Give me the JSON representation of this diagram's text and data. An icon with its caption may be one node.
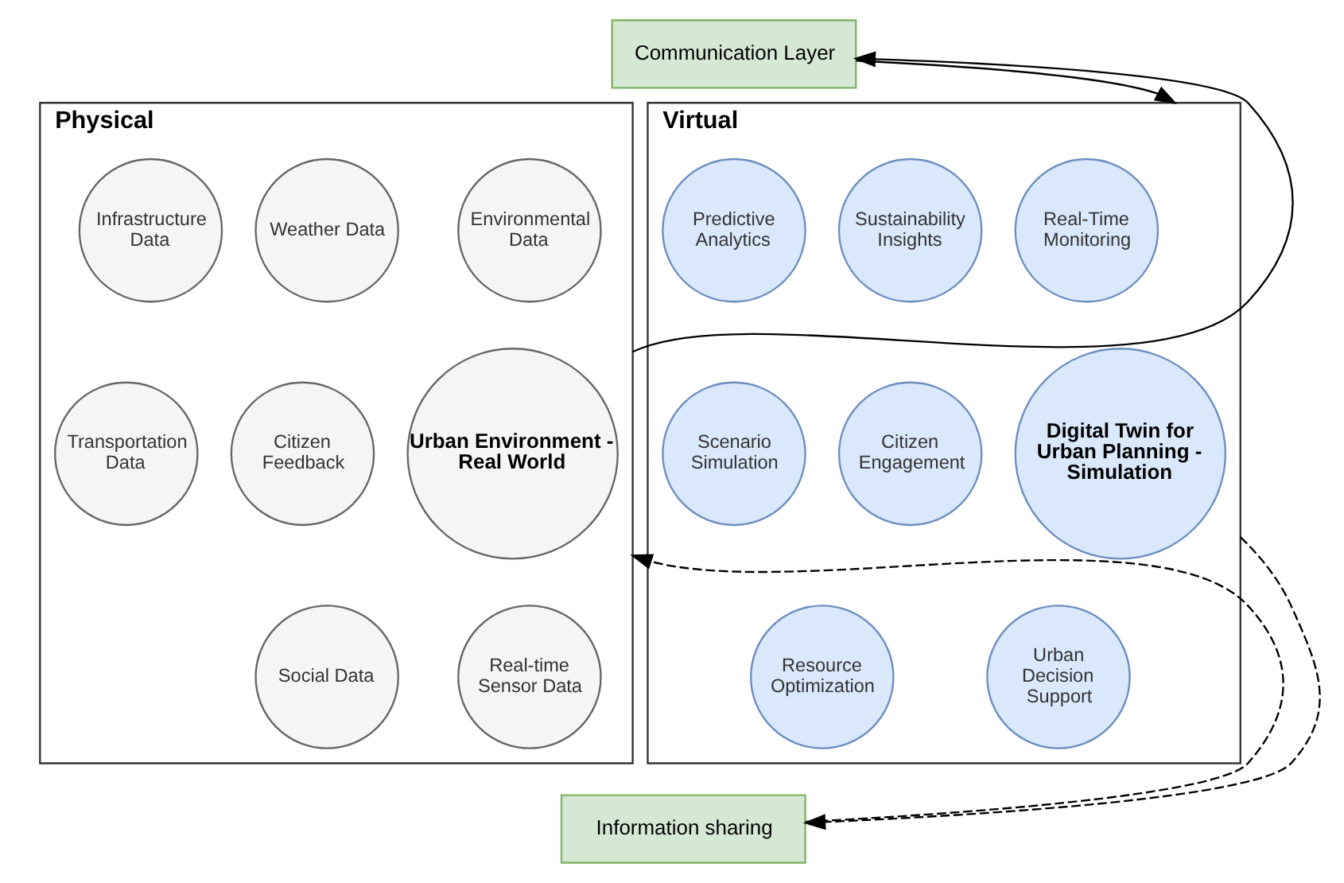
{
  "diagram": {
    "nodes": [
      {
        "text": [
          "Communication Layer"
        ]
      },
      {
        "text": [
          "Physical"
        ]
      },
      {
        "text": [
          "Environmental Data"
        ],
        "in": 1
      },
      {
        "text": [
          "Weather Data"
        ],
        "in": 1
      },
      {
        "text": [
          "Infrastructure Data"
        ],
        "in": 1
      },
      {
        "text": [
          "Urban Environment - Real World"
        ],
        "in": 1
      },
      {
        "text": [
          "Citizen Feedback"
        ],
        "in": 1
      },
      {
        "text": [
          "Transportation Data"
        ],
        "in": 1
      },
      {
        "text": [
          "Real-time Sensor Data"
        ],
        "in": 1
      },
      {
        "text": [
          "Social Data"
        ],
        "in": 1
      },
      {
        "text": [
          "Virtual"
        ]
      },
      {
        "text": [
          "Real-Time Monitoring"
        ],
        "in": 10
      },
      {
        "text": [
          "Sustainability Insights"
        ],
        "in": 10
      },
      {
        "text": [
          "Predictive Analytics"
        ],
        "in": 10
      },
      {
        "text": [
          "Digital Twin for Urban Planning - Simulation"
        ],
        "in": 10
      },
      {
        "text": [
          "Citizen Engagement"
        ],
        "in": 10
      },
      {
        "text": [
          "Scenario Simulation"
        ],
        "in": 10
      },
      {
        "text": [
          "Urban Decision Support"
        ],
        "in": 10
      },
      {
        "text": [
          "Resource Optimization"
        ],
        "in": 10
      },
      {
        "text": [
          "Information sharing"
        ]
      }
    ],
    "edges": [
      {
        "from": 1,
        "to": 0,
        "arrow": "to"
      },
      {
        "from": 0,
        "to": 10,
        "arrow": "to"
      },
      {
        "from": 10,
        "to": 19,
        "arrow": "to",
        "style": "dashed"
      },
      {
        "from": 19,
        "to": 1,
        "arrow": "to",
        "style": "dashed"
      }
    ]
  }
}
